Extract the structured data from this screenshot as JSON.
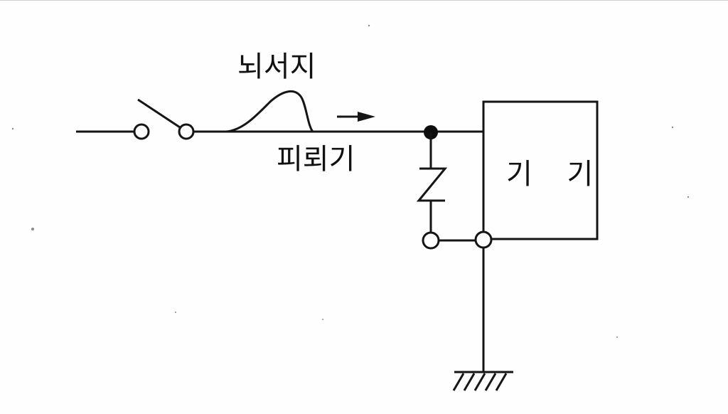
{
  "labels": {
    "surge": "뇌서지",
    "arrester": "피뢰기",
    "device": "기 기"
  },
  "colors": {
    "line": "#151515",
    "background": "#fefefe"
  }
}
